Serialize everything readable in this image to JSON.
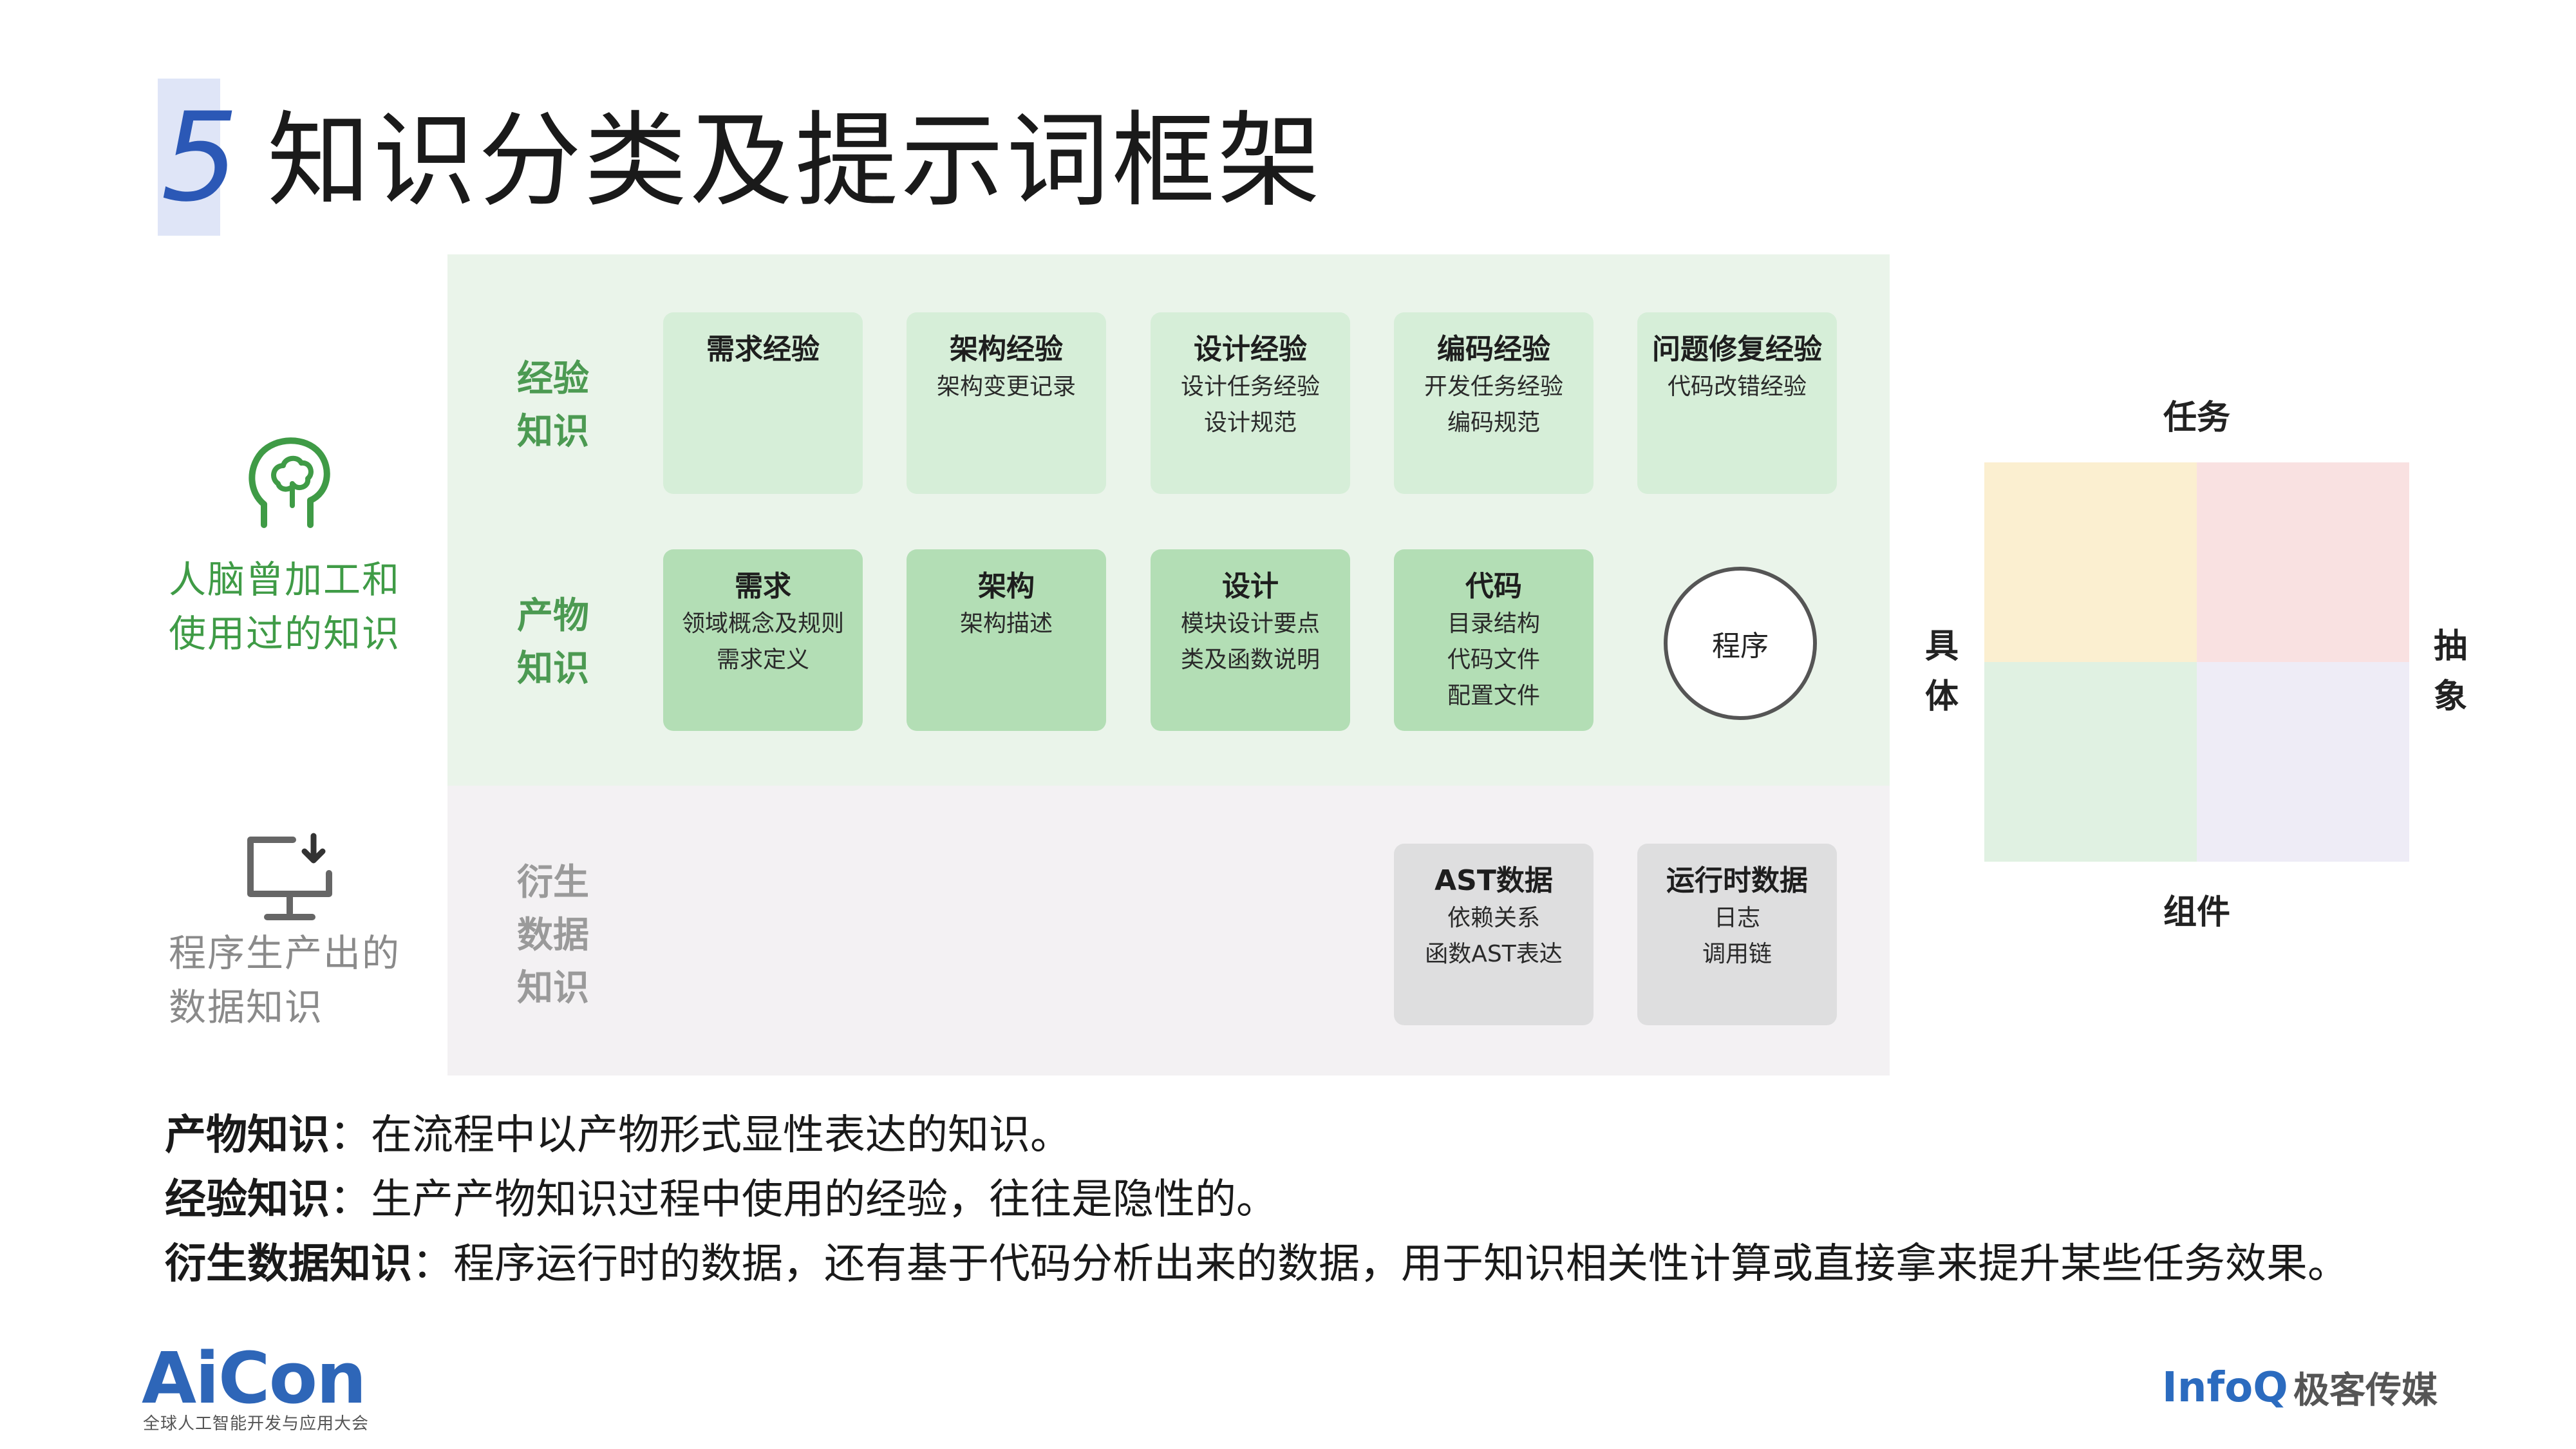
{
  "title": {
    "number": "5",
    "text": "知识分类及提示词框架"
  },
  "side": {
    "human_label_line1": "人脑曾加工和",
    "human_label_line2": "使用过的知识",
    "program_label_line1": "程序生产出的",
    "program_label_line2": "数据知识"
  },
  "rows": {
    "experience": {
      "line1": "经验",
      "line2": "知识"
    },
    "artifact": {
      "line1": "产物",
      "line2": "知识"
    },
    "derived": {
      "line1": "衍生",
      "line2": "数据",
      "line3": "知识"
    }
  },
  "experience_cards": [
    {
      "title": "需求经验",
      "lines": []
    },
    {
      "title": "架构经验",
      "lines": [
        "架构变更记录"
      ]
    },
    {
      "title": "设计经验",
      "lines": [
        "设计任务经验",
        "设计规范"
      ]
    },
    {
      "title": "编码经验",
      "lines": [
        "开发任务经验",
        "编码规范"
      ]
    },
    {
      "title": "问题修复经验",
      "lines": [
        "代码改错经验"
      ]
    }
  ],
  "artifact_cards": [
    {
      "title": "需求",
      "lines": [
        "领域概念及规则",
        "需求定义"
      ]
    },
    {
      "title": "架构",
      "lines": [
        "架构描述"
      ]
    },
    {
      "title": "设计",
      "lines": [
        "模块设计要点",
        "类及函数说明"
      ]
    },
    {
      "title": "代码",
      "lines": [
        "目录结构",
        "代码文件",
        "配置文件"
      ]
    }
  ],
  "program_circle": "程序",
  "derived_cards": [
    {
      "title": "AST数据",
      "lines": [
        "依赖关系",
        "函数AST表达"
      ]
    },
    {
      "title": "运行时数据",
      "lines": [
        "日志",
        "调用链"
      ]
    }
  ],
  "quadrant": {
    "top": "任务",
    "bottom": "组件",
    "left_line1": "具",
    "left_line2": "体",
    "right_line1": "抽",
    "right_line2": "象"
  },
  "definitions": [
    {
      "term": "产物知识",
      "text": "：在流程中以产物形式显性表达的知识。"
    },
    {
      "term": "经验知识",
      "text": "：生产产物知识过程中使用的经验，往往是隐性的。"
    },
    {
      "term": "衍生数据知识",
      "text": "：程序运行时的数据，还有基于代码分析出来的数据，用于知识相关性计算或直接拿来提升某些任务效果。"
    }
  ],
  "footer": {
    "aicon": "AiCon",
    "aicon_sub": "全球人工智能开发与应用大会",
    "infoq": "InfoQ",
    "infoq_cn": "极客传媒"
  },
  "colors": {
    "title_number": "#2b58b6",
    "green_text": "#3f9b46",
    "card_light": "#d6eed8",
    "card_mid": "#b3deb5",
    "card_gray": "#dededf",
    "quad_yellow": "#fbefd0",
    "quad_pink": "#f9e1e1",
    "quad_green": "#e0f1e2",
    "quad_purple": "#eeecf6"
  }
}
